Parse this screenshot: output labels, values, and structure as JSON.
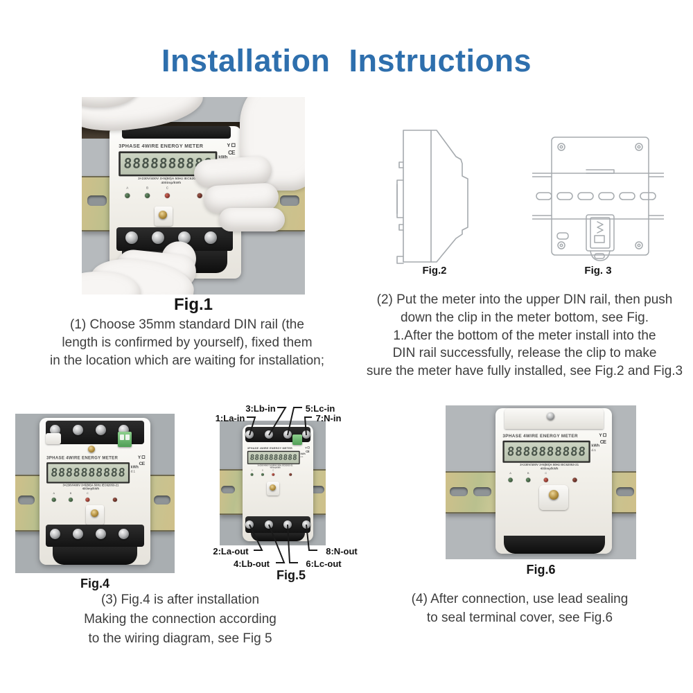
{
  "page": {
    "title": "Installation Instructions"
  },
  "meter": {
    "brand": "3PHASE 4WIRE ENERGY METER",
    "logo": "Y",
    "ce_mark": "CE",
    "display_digits": "8888888888",
    "unit": "kWh",
    "unit_sub": "d.1",
    "specs": "3×230V/400V   3×5(80)A   50Hz   IEC62053-21",
    "specs2": "400imp/kWh",
    "led_labels": [
      "A",
      "B",
      "C"
    ]
  },
  "figures": {
    "fig1": {
      "caption": "Fig.1"
    },
    "fig2": {
      "caption": "Fig.2"
    },
    "fig3": {
      "caption": "Fig. 3"
    },
    "fig4": {
      "caption": "Fig.4"
    },
    "fig5": {
      "caption": "Fig.5",
      "labels_top": [
        "3:Lb-in",
        "5:Lc-in",
        "1:La-in",
        "7:N-in"
      ],
      "labels_bottom": [
        "2:La-out",
        "8:N-out",
        "4:Lb-out",
        "6:Lc-out"
      ]
    },
    "fig6": {
      "caption": "Fig.6"
    }
  },
  "steps": {
    "step1": "(1) Choose 35mm standard DIN rail (the\nlength is confirmed by yourself), fixed them\nin the location which are waiting for installation;",
    "step2": "(2) Put the meter into the upper DIN rail, then push\ndown the clip in the meter bottom, see Fig.\n1.After the bottom of the meter install into the\nDIN rail successfully, release the clip to make\nsure the meter have fully installed, see Fig.2 and Fig.3",
    "step3": "(3) Fig.4 is after installation\nMaking the connection according\nto the wiring diagram, see Fig 5",
    "step4": "(4) After connection, use lead sealing\nto seal terminal cover, see Fig.6"
  }
}
